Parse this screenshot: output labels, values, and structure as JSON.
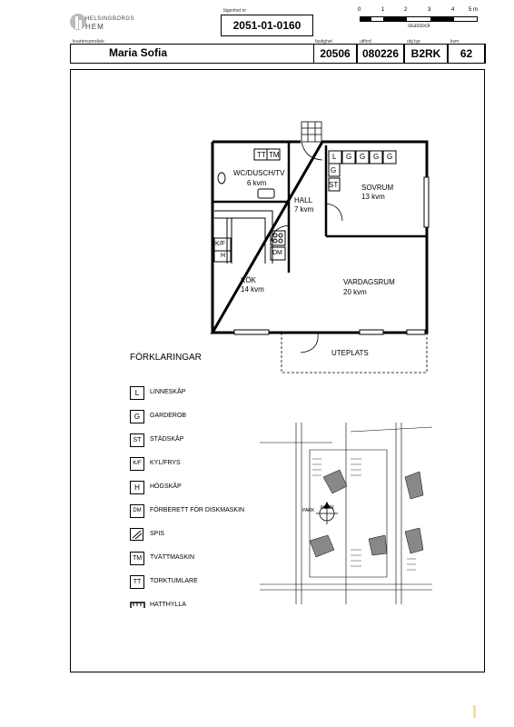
{
  "logo": {
    "brand_line1": "HELSINGBORGS",
    "brand_line2": "HEM"
  },
  "header": {
    "apartment_label": "lägenhet nr",
    "apartment_no": "2051-01-0160",
    "scale_label": "skalstock",
    "scale_ticks": [
      "0",
      "1",
      "2",
      "3",
      "4",
      "5 m"
    ],
    "area_label": "kvartersområde",
    "area_name": "Maria Sofia",
    "property_label": "fastighet",
    "property_no": "20506",
    "issued_label": "utförd",
    "issued_value": "080226",
    "type_label": "obj.typ",
    "type_value": "B2RK",
    "sqm_label": "kvm",
    "sqm_value": "62"
  },
  "plan": {
    "rooms": {
      "wc_name": "WC/DUSCH/TV",
      "wc_area": "6 kvm",
      "hall_name": "HALL",
      "hall_area": "7 kvm",
      "bedroom_name": "SOVRUM",
      "bedroom_area": "13 kvm",
      "kitchen_name": "KÖK",
      "kitchen_area": "14 kvm",
      "living_name": "VARDAGSRUM",
      "living_area": "20 kvm",
      "patio_name": "UTEPLATS"
    },
    "fixtures": {
      "tt": "TT",
      "tm": "TM",
      "l": "L",
      "g": "G",
      "st": "ST",
      "kf": "K/F",
      "h": "H",
      "dm": "DM"
    }
  },
  "legend": {
    "title": "FÖRKLARINGAR",
    "items": [
      {
        "symbol": "L",
        "label": "LINNESKÅP"
      },
      {
        "symbol": "G",
        "label": "GARDEROB"
      },
      {
        "symbol": "ST",
        "label": "STÄDSKÅP"
      },
      {
        "symbol": "K/F",
        "label": "KYL/FRYS"
      },
      {
        "symbol": "H",
        "label": "HÖGSKÅP"
      },
      {
        "symbol": "DM",
        "label": "FÖRBERETT FÖR DISKMASKIN"
      },
      {
        "symbol": "",
        "label": "SPIS"
      },
      {
        "symbol": "TM",
        "label": "TVÄTTMASKIN"
      },
      {
        "symbol": "TT",
        "label": "TORKTUMLARE"
      },
      {
        "symbol": "",
        "label": "HATTHYLLA"
      }
    ]
  },
  "site_map": {
    "park_label": "PARK",
    "north_label": "NORR"
  }
}
